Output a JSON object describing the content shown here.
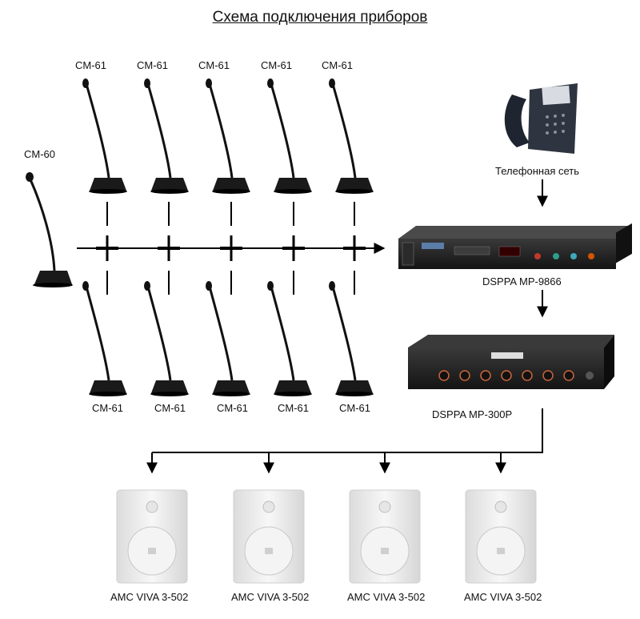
{
  "title": "Схема подключения приборов",
  "microphones": {
    "chairman": "CM-60",
    "top_row": [
      "CM-61",
      "CM-61",
      "CM-61",
      "CM-61",
      "CM-61"
    ],
    "bottom_row": [
      "CM-61",
      "CM-61",
      "CM-61",
      "CM-61",
      "CM-61"
    ]
  },
  "phone_network": "Телефонная сеть",
  "mixer": "DSPPA MP-9866",
  "amplifier": "DSPPA MP-300P",
  "speakers": [
    "AMC VIVA  3-502",
    "AMC VIVA  3-502",
    "AMC VIVA  3-502",
    "AMC VIVA  3-502"
  ],
  "colors": {
    "line": "#000000",
    "device_dark": "#1c1c1c",
    "speaker": "#f2f2f2"
  },
  "icons": {
    "microphone": "gooseneck-microphone",
    "phone": "desk-phone-icon",
    "speaker": "wall-speaker"
  }
}
